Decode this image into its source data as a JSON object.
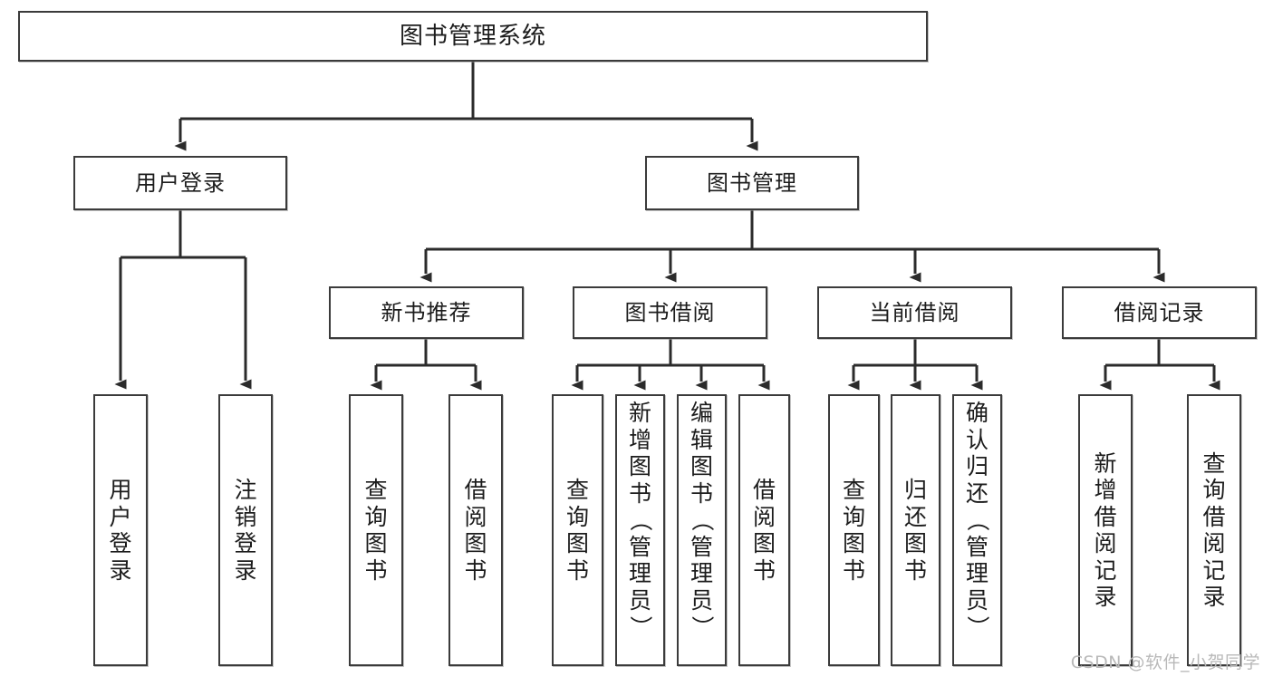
{
  "diagram": {
    "title": "图书管理系统",
    "watermark": "CSDN @软件_小贺同学",
    "colors": {
      "box_border": "#3b3b3b",
      "box_fill": "#ffffff",
      "connector": "#2b2b2b",
      "text": "#1c1c1c",
      "watermark": "#b9b9b9"
    },
    "root": {
      "label": "图书管理系统"
    },
    "level2": [
      {
        "id": "user-login",
        "label": "用户登录"
      },
      {
        "id": "book-manage",
        "label": "图书管理"
      }
    ],
    "level3": [
      {
        "id": "new-book-recommend",
        "label": "新书推荐",
        "parent": "book-manage"
      },
      {
        "id": "book-borrow",
        "label": "图书借阅",
        "parent": "book-manage"
      },
      {
        "id": "current-borrow",
        "label": "当前借阅",
        "parent": "book-manage"
      },
      {
        "id": "borrow-record",
        "label": "借阅记录",
        "parent": "book-manage"
      }
    ],
    "leaves": [
      {
        "id": "leaf-user-login",
        "label": "用户登录",
        "parent": "user-login"
      },
      {
        "id": "leaf-logout",
        "label": "注销登录",
        "parent": "user-login"
      },
      {
        "id": "leaf-query-book-1",
        "label": "查询图书",
        "parent": "new-book-recommend"
      },
      {
        "id": "leaf-borrow-book-1",
        "label": "借阅图书",
        "parent": "new-book-recommend"
      },
      {
        "id": "leaf-query-book-2",
        "label": "查询图书",
        "parent": "book-borrow"
      },
      {
        "id": "leaf-add-book",
        "label": "新增图书（管理员）",
        "parent": "book-borrow"
      },
      {
        "id": "leaf-edit-book",
        "label": "编辑图书（管理员）",
        "parent": "book-borrow"
      },
      {
        "id": "leaf-borrow-book-2",
        "label": "借阅图书",
        "parent": "book-borrow"
      },
      {
        "id": "leaf-query-book-3",
        "label": "查询图书",
        "parent": "current-borrow"
      },
      {
        "id": "leaf-return-book",
        "label": "归还图书",
        "parent": "current-borrow"
      },
      {
        "id": "leaf-confirm-return",
        "label": "确认归还（管理员）",
        "parent": "current-borrow"
      },
      {
        "id": "leaf-add-record",
        "label": "新增借阅记录",
        "parent": "borrow-record"
      },
      {
        "id": "leaf-query-record",
        "label": "查询借阅记录",
        "parent": "borrow-record"
      }
    ]
  }
}
